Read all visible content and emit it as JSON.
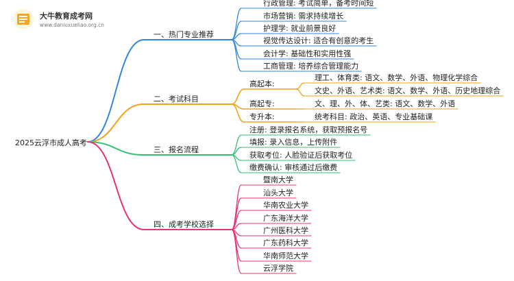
{
  "logo": {
    "title": "大牛教育成考网",
    "url": "www.daniuxueliao.org.cn"
  },
  "root": "2025云浮市成人高考",
  "colors": {
    "branch1": "#2f86e0",
    "branch2": "#f2a21a",
    "branch3": "#2fbf71",
    "branch4": "#e8317a",
    "logo_bg": "#f5a623"
  },
  "branches": [
    {
      "label": "一、热门专业推荐",
      "items": [
        "行政管理: 考试简单，备考时间短",
        "市场营销: 需求持续增长",
        "护理学: 就业前景良好",
        "视觉传达设计: 适合有创意的考生",
        "会计学: 基础性和实用性强",
        "工商管理: 培养综合管理能力"
      ]
    },
    {
      "label": "二、考试科目",
      "groups": [
        {
          "label": "高起本:",
          "items": [
            "理工、体育类: 语文、数学、外语、物理化学综合",
            "文史、外语、艺术类: 语文、数学、外语、历史地理综合"
          ]
        },
        {
          "label": "高起专:",
          "items": [
            "文、理、外、体、艺类: 语文、数学、外语"
          ]
        },
        {
          "label": "专升本:",
          "items": [
            "统考科目: 政治、英语、专业基础课"
          ]
        }
      ]
    },
    {
      "label": "三、报名流程",
      "items": [
        "注册: 登录报名系统，获取预报名号",
        "填报: 录入信息，上传附件",
        "获取考位: 人脸验证后获取考位",
        "缴费确认: 审核通过后缴费"
      ]
    },
    {
      "label": "四、成考学校选择",
      "items": [
        "暨南大学",
        "汕头大学",
        "华南农业大学",
        "广东海洋大学",
        "广州医科大学",
        "广东药科大学",
        "华南师范大学",
        "云浮学院"
      ]
    }
  ]
}
